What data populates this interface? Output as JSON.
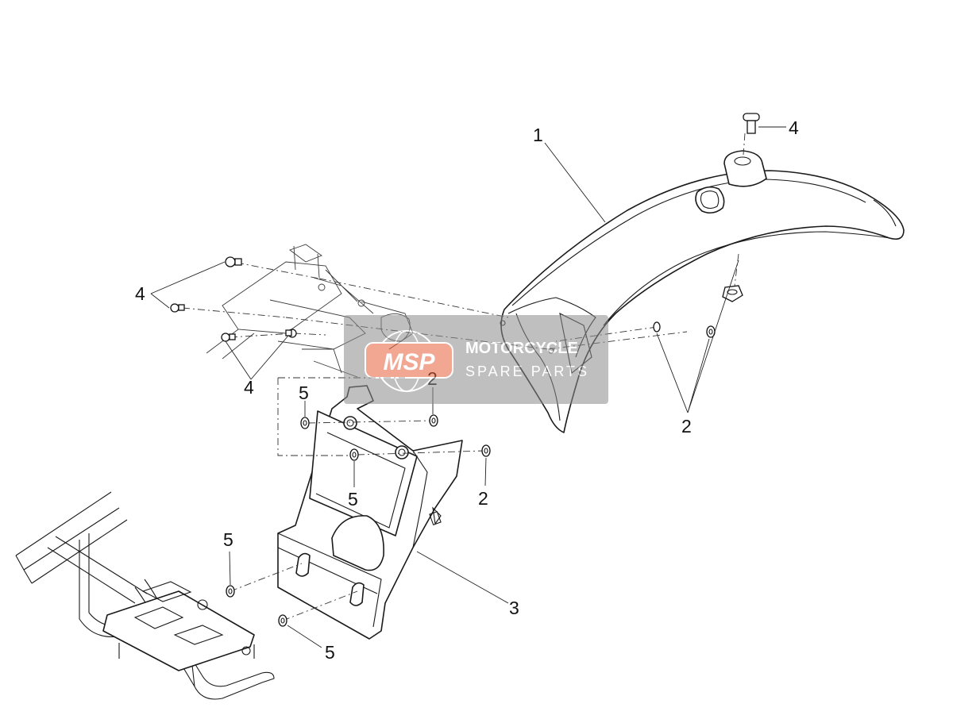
{
  "callouts": {
    "c1": "1",
    "c2a": "2",
    "c2b": "2",
    "c2c": "2",
    "c3": "3",
    "c4a": "4",
    "c4b": "4",
    "c4c": "4",
    "c5a": "5",
    "c5b": "5",
    "c5c": "5",
    "c5d": "5"
  },
  "watermark": {
    "logo": "MSP",
    "line1": "MOTORCYCLE",
    "line2": "SPARE PARTS"
  },
  "colors": {
    "line": "#1a1a1a",
    "watermark_bg": "#8c8c8c",
    "watermark_logo": "#e8603c"
  }
}
